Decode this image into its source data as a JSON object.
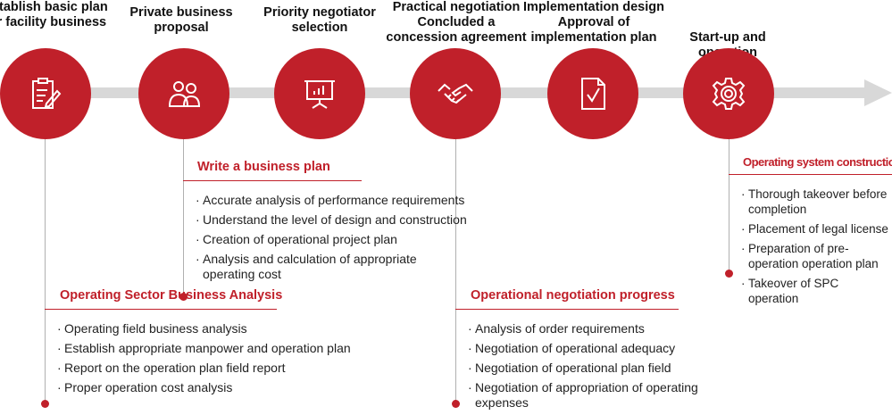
{
  "steps": [
    {
      "label": "Establish basic plan for facility business",
      "icon": "document-edit-icon"
    },
    {
      "label": "Private business proposal",
      "icon": "users-icon"
    },
    {
      "label": "Priority negotiator selection",
      "icon": "presentation-board-icon"
    },
    {
      "label": "Practical negotiation Concluded a concession agreement",
      "icon": "handshake-icon"
    },
    {
      "label": "Implementation design Approval of implementation plan",
      "icon": "document-check-icon"
    },
    {
      "label": "Start-up and operation",
      "icon": "gear-icon"
    }
  ],
  "sections": {
    "business_plan": {
      "title": "Write a business plan",
      "items": [
        "Accurate analysis of performance requirements",
        "Understand the level of design and construction",
        "Creation of operational project plan",
        "Analysis and calculation of appropriate operating cost"
      ]
    },
    "sector_analysis": {
      "title": "Operating Sector Business Analysis",
      "items": [
        "Operating field business analysis",
        "Establish appropriate manpower and operation plan",
        "Report on the operation plan field report",
        "Proper operation cost analysis"
      ]
    },
    "negotiation": {
      "title": "Operational negotiation progress",
      "items": [
        "Analysis of order requirements",
        "Negotiation of operational adequacy",
        "Negotiation of operational plan field",
        "Negotiation of appropriation of operating expenses"
      ]
    },
    "operating_system": {
      "title": "Operating system construction",
      "items": [
        "Thorough takeover before completion",
        "Placement of legal license",
        "Preparation of pre-operation operation plan",
        "Takeover of SPC operation"
      ]
    }
  },
  "colors": {
    "accent": "#c0202a",
    "arrow": "#d8d8d8"
  }
}
